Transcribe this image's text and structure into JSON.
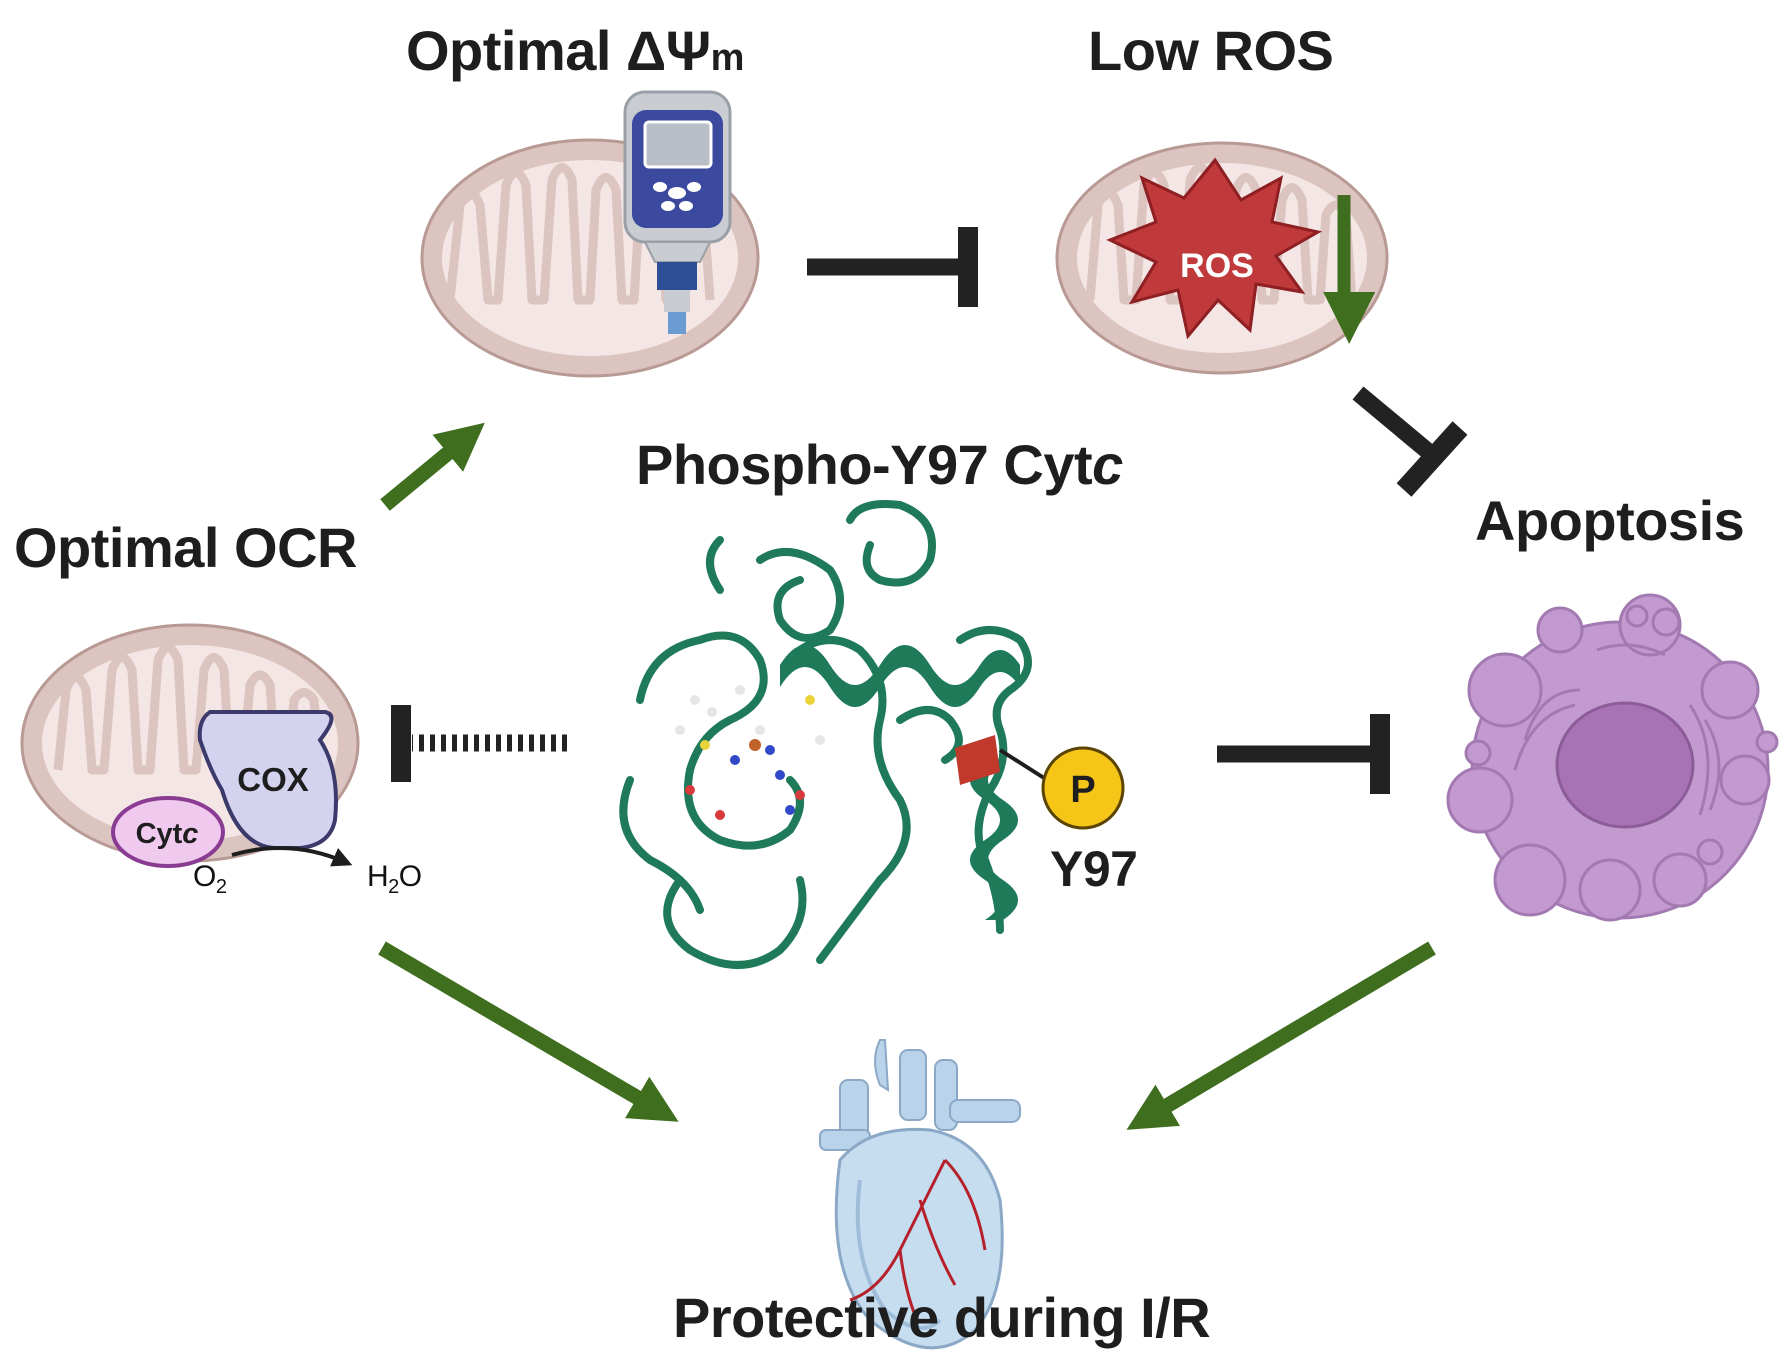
{
  "labels": {
    "membrane_potential_prefix": "Optimal ",
    "membrane_potential_symbol": "ΔΨ",
    "membrane_potential_sub": "m",
    "low_ros": "Low ROS",
    "ros_star": "ROS",
    "phospho_prefix": "Phospho-Y97 Cyt",
    "phospho_italic": "c",
    "optimal_ocr": "Optimal OCR",
    "apoptosis": "Apoptosis",
    "cox": "COX",
    "cytc_prefix": "Cyt",
    "cytc_italic": "c",
    "o2_base": "O",
    "o2_sub": "2",
    "h2o_h": "H",
    "h2o_sub": "2",
    "h2o_o": "O",
    "phospho_badge": "P",
    "residue_label": "Y97",
    "protective": "Protective during I/R"
  },
  "colors": {
    "activation_arrow": "#3f6e1e",
    "inhibition_bar": "#222222",
    "mito_outer": "#dcc4c0",
    "mito_inner": "#f3e6e4",
    "ros_star": "#c0393b",
    "protein_ribbon": "#1f7a5a",
    "phospho_site": "#c0392b",
    "phospho_badge": "#f5c518",
    "cell": "#c39ad0",
    "heart": "#b9d3ea"
  },
  "relations": [
    {
      "from": "Optimal OCR",
      "to": "Optimal ΔΨm",
      "type": "activates"
    },
    {
      "from": "Optimal ΔΨm",
      "to": "Low ROS",
      "type": "inhibits"
    },
    {
      "from": "Low ROS",
      "to": "Apoptosis",
      "type": "inhibits"
    },
    {
      "from": "Phospho-Y97 Cytc",
      "to": "Optimal OCR",
      "type": "inhibits (dashed)"
    },
    {
      "from": "Phospho-Y97 Cytc",
      "to": "Apoptosis",
      "type": "inhibits"
    },
    {
      "from": "Optimal OCR",
      "to": "Protective during I/R",
      "type": "activates"
    },
    {
      "from": "Apoptosis",
      "to": "Protective during I/R",
      "type": "activates"
    }
  ]
}
